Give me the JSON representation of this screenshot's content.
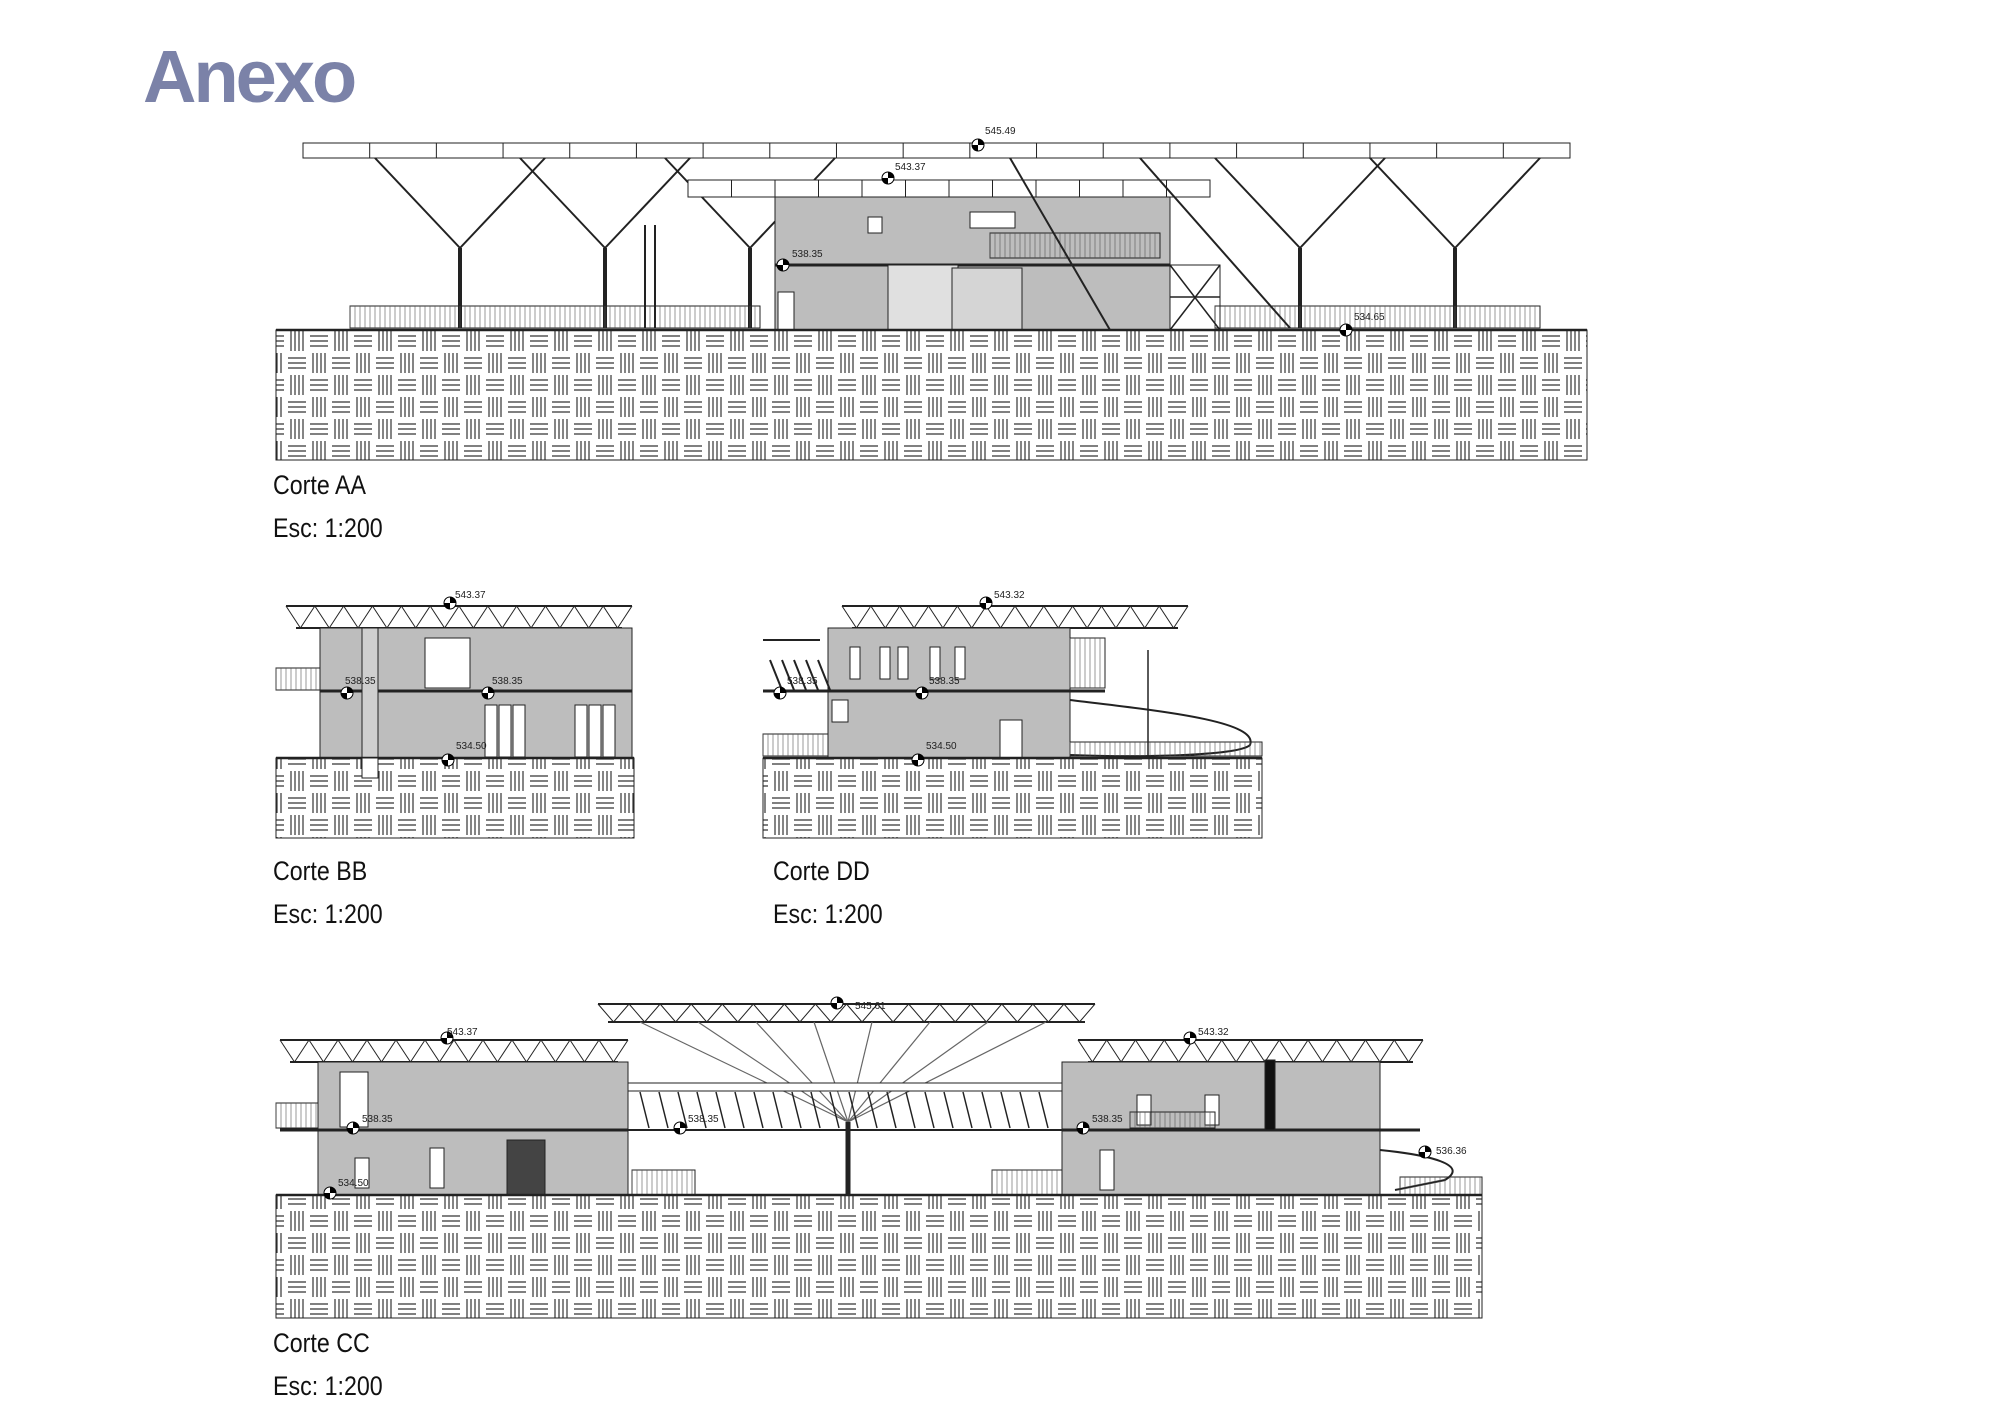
{
  "title": "Anexo",
  "sections": [
    {
      "name": "Corte AA",
      "scale": "Esc: 1:200",
      "levels": [
        "545.49",
        "543.37",
        "538.35",
        "534.65"
      ]
    },
    {
      "name": "Corte BB",
      "scale": "Esc: 1:200",
      "levels": [
        "543.37",
        "538.35",
        "538.35",
        "534.50"
      ]
    },
    {
      "name": "Corte DD",
      "scale": "Esc: 1:200",
      "levels": [
        "543.32",
        "538.35",
        "538.35",
        "534.50"
      ]
    },
    {
      "name": "Corte CC",
      "scale": "Esc: 1:200",
      "levels": [
        "545.61",
        "543.37",
        "543.32",
        "538.35",
        "538.35",
        "538.35",
        "534.50",
        "536.36"
      ]
    }
  ],
  "colors": {
    "title": "#7b82a8",
    "building_fill": "#bdbdbd",
    "line": "#222222"
  }
}
